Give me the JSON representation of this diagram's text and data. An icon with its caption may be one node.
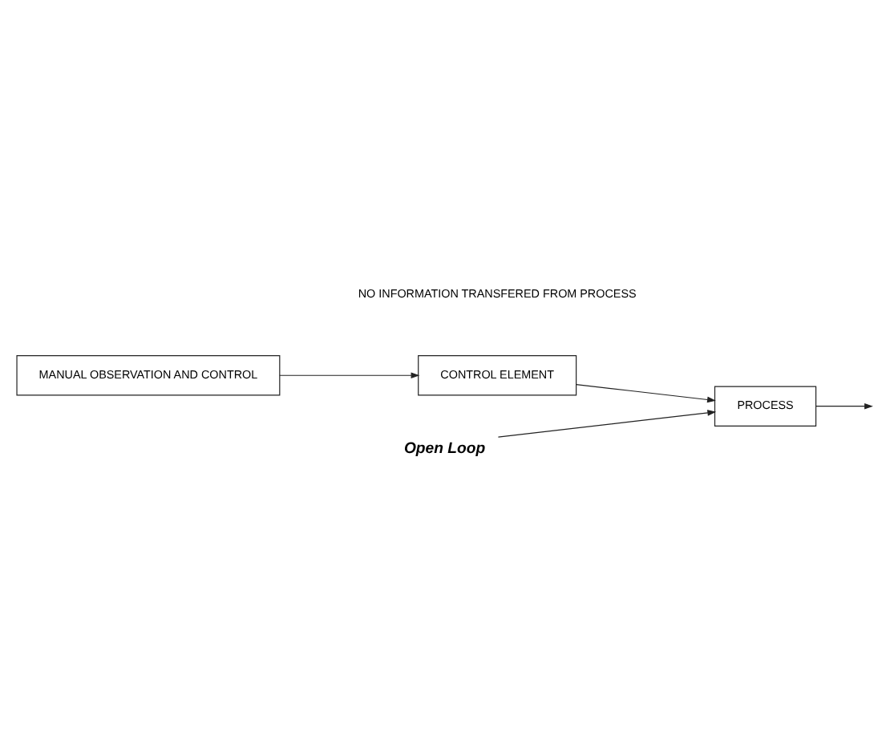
{
  "diagram": {
    "caption": "Open Loop",
    "nodes": [
      {
        "text": [
          "PROCESS"
        ]
      },
      {
        "text": [
          "CONTROL ELEMENT"
        ]
      },
      {
        "text": [
          "MANUAL OBSERVATION AND CONTROL"
        ]
      }
    ],
    "edges": [
      {
        "from": null,
        "to": 0,
        "arrow": "to"
      },
      {
        "from": 0,
        "to": null,
        "arrow": "to"
      },
      {
        "from": 1,
        "to": 0,
        "arrow": "to"
      },
      {
        "from": 2,
        "to": 1,
        "arrow": "to"
      }
    ],
    "labels": [
      "NO INFORMATION TRANSFERED FROM PROCESS"
    ]
  }
}
